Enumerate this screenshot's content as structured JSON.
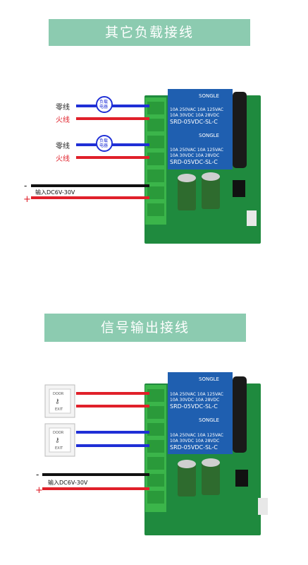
{
  "section1": {
    "title": "其它负载接线",
    "loads": [
      {
        "neutral_label": "零线",
        "live_label": "火线",
        "load_text_1": "负载",
        "load_text_2": "电器"
      },
      {
        "neutral_label": "零线",
        "live_label": "火线",
        "load_text_1": "负载",
        "load_text_2": "电器"
      }
    ],
    "power": {
      "minus": "-",
      "plus": "+",
      "label": "输入DC6V-30V"
    }
  },
  "section2": {
    "title": "信号输出接线",
    "buttons": [
      {
        "top_text": "DOOR",
        "bottom_text": "EXIT"
      },
      {
        "top_text": "DOOR",
        "bottom_text": "EXIT"
      }
    ],
    "power": {
      "minus": "-",
      "plus": "+",
      "label": "输入DC6V-30V"
    }
  },
  "relay": {
    "brand": "SONGLE",
    "rating_line_1": "10A 250VAC  10A 125VAC",
    "rating_line_2": "10A  30VDC  10A  28VDC",
    "model": "SRD-05VDC-SL-C"
  },
  "colors": {
    "banner": "#8ccbb0",
    "pcb": "#1f8a3e",
    "relay": "#1f5fb0",
    "terminal": "#3bb54a",
    "wire_blue": "#1f2fd6",
    "wire_red": "#e0202a",
    "wire_black": "#111111"
  }
}
